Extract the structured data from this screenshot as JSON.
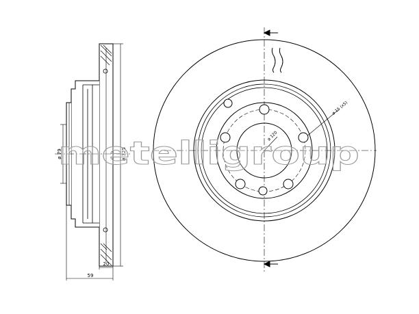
{
  "watermark": "metelligroup",
  "side_view": {
    "dim_width": "59",
    "dim_thickness": "20",
    "dim_hub_diameter": "ø 79",
    "dim_outer_diameter": "ø 325"
  },
  "front_view": {
    "dim_pcd": "ø 120",
    "dim_holes": "ø 15 (x5)"
  }
}
